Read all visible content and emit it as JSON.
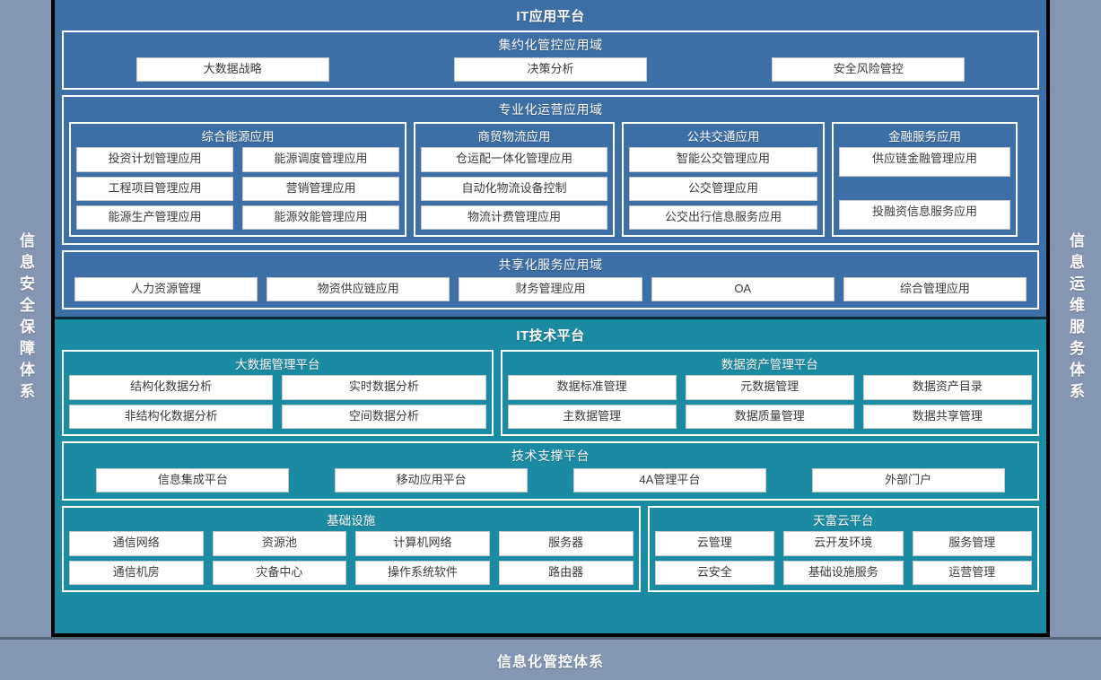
{
  "rails": {
    "left": "信息安全保障体系",
    "right": "信息运维服务体系"
  },
  "footer": {
    "label": "信息化管控体系"
  },
  "app_platform": {
    "title": "IT应用平台",
    "bands": [
      {
        "title": "集约化管控应用域",
        "items": [
          "大数据战略",
          "决策分析",
          "安全风险管控"
        ]
      },
      {
        "title": "专业化运营应用域",
        "groups": [
          {
            "title": "综合能源应用",
            "items": [
              "投资计划管理应用",
              "能源调度管理应用",
              "工程项目管理应用",
              "营销管理应用",
              "能源生产管理应用",
              "能源效能管理应用"
            ]
          },
          {
            "title": "商贸物流应用",
            "items": [
              "仓运配一体化管理应用",
              "自动化物流设备控制",
              "物流计费管理应用"
            ]
          },
          {
            "title": "公共交通应用",
            "items": [
              "智能公交管理应用",
              "公交管理应用",
              "公交出行信息服务应用"
            ]
          },
          {
            "title": "金融服务应用",
            "items": [
              "供应链金融管理应用",
              "",
              "投融资信息服务应用"
            ]
          }
        ]
      },
      {
        "title": "共享化服务应用域",
        "items": [
          "人力资源管理",
          "物资供应链应用",
          "财务管理应用",
          "OA",
          "综合管理应用"
        ]
      }
    ]
  },
  "tech_platform": {
    "title": "IT技术平台",
    "row1": [
      {
        "title": "大数据管理平台",
        "items": [
          "结构化数据分析",
          "实时数据分析",
          "非结构化数据分析",
          "空间数据分析"
        ]
      },
      {
        "title": "数据资产管理平台",
        "items": [
          "数据标准管理",
          "元数据管理",
          "数据资产目录",
          "主数据管理",
          "数据质量管理",
          "数据共享管理"
        ]
      }
    ],
    "support": {
      "title": "技术支撑平台",
      "items": [
        "信息集成平台",
        "移动应用平台",
        "4A管理平台",
        "外部门户"
      ]
    },
    "row3": [
      {
        "title": "基础设施",
        "items": [
          "通信网络",
          "资源池",
          "计算机网络",
          "服务器",
          "通信机房",
          "灾备中心",
          "操作系统软件",
          "路由器"
        ]
      },
      {
        "title": "天富云平台",
        "items": [
          "云管理",
          "云开发环境",
          "服务管理",
          "云安全",
          "基础设施服务",
          "运营管理"
        ]
      }
    ]
  },
  "colors": {
    "app_platform_bg": "#3c6fa5",
    "tech_platform_bg": "#1b8ba3",
    "rail_bg": "#8496b4",
    "chip_bg": "#ffffff",
    "border": "#ffffff"
  }
}
